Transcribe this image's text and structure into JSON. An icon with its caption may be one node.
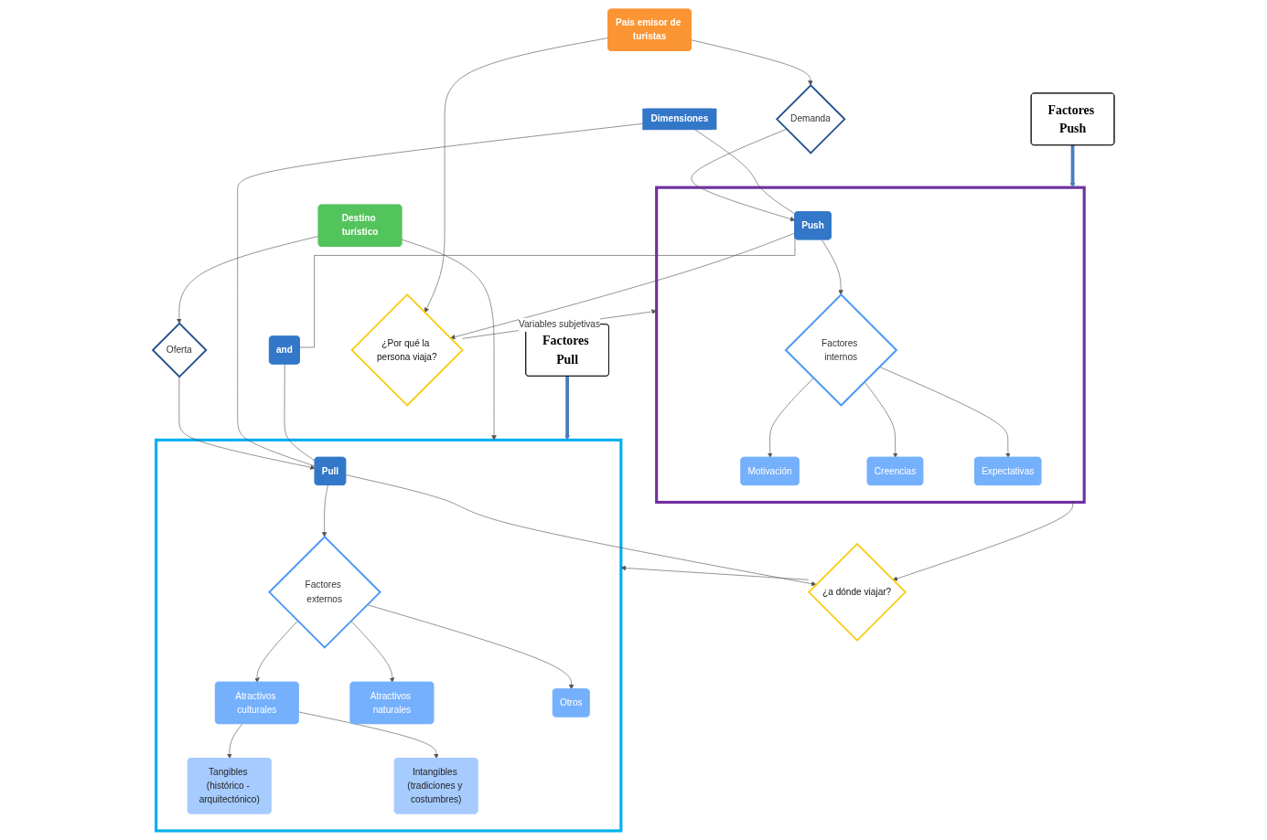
{
  "diagram": {
    "nodes": [
      {
        "text": [
          "País emisor de turistas"
        ]
      },
      {
        "text": [
          "Demanda"
        ]
      },
      {
        "text": [
          "Dimensiones"
        ]
      },
      {
        "text": [
          "Oferta"
        ]
      },
      {
        "text": [
          "Destino turístico"
        ]
      },
      {
        "text": [],
        "shape": "box"
      },
      {
        "text": [
          "Push"
        ],
        "in": 5
      },
      {
        "text": [
          "and"
        ]
      },
      {
        "text": [],
        "shape": "box"
      },
      {
        "text": [
          "Pull"
        ],
        "in": 8
      },
      {
        "text": [
          "¿Por qué la persona viaja?"
        ]
      },
      {
        "text": [
          "Factores internos"
        ],
        "in": 5
      },
      {
        "text": [
          "Factores externos"
        ],
        "in": 8
      },
      {
        "text": [
          "Motivación"
        ],
        "in": 5
      },
      {
        "text": [
          "Creencias"
        ],
        "in": 5
      },
      {
        "text": [
          "Expectativas"
        ],
        "in": 5
      },
      {
        "text": [
          "¿a dónde viajar?"
        ]
      },
      {
        "text": [
          "Atractivos culturales"
        ],
        "in": 8
      },
      {
        "text": [
          "Atractivos naturales"
        ],
        "in": 8
      },
      {
        "text": [
          "Otros"
        ],
        "in": 8
      },
      {
        "text": [
          "Tangibles (histórico - arquitectónico)"
        ],
        "in": 8
      },
      {
        "text": [
          "Intangibles (tradiciones y costumbres)"
        ],
        "in": 8
      },
      {
        "text": [
          "Factores Push"
        ]
      },
      {
        "text": [
          "Factores Pull"
        ]
      }
    ],
    "edges": [
      {
        "from": 0,
        "to": 1,
        "arrow": "to"
      },
      {
        "from": 1,
        "to": 6,
        "arrow": "to"
      },
      {
        "from": 0,
        "to": 10,
        "arrow": "to"
      },
      {
        "from": 4,
        "to": 3,
        "arrow": "to"
      },
      {
        "from": 3,
        "to": 9,
        "arrow": "to"
      },
      {
        "from": 2,
        "to": 6,
        "arrow": "none"
      },
      {
        "from": 2,
        "to": 9,
        "arrow": "none"
      },
      {
        "from": 6,
        "to": 7,
        "arrow": "none"
      },
      {
        "from": 7,
        "to": 9,
        "arrow": "none"
      },
      {
        "from": 6,
        "to": 10,
        "arrow": "to"
      },
      {
        "from": 6,
        "to": 11,
        "arrow": "to"
      },
      {
        "from": 9,
        "to": 12,
        "arrow": "to"
      },
      {
        "from": 9,
        "to": 16,
        "arrow": "to"
      },
      {
        "from": 10,
        "to": 5,
        "arrow": "to",
        "label": "Variables subjetivas"
      },
      {
        "from": 11,
        "to": 13,
        "arrow": "to"
      },
      {
        "from": 11,
        "to": 14,
        "arrow": "to"
      },
      {
        "from": 11,
        "to": 15,
        "arrow": "to"
      },
      {
        "from": 5,
        "to": 16,
        "arrow": "to"
      },
      {
        "from": 16,
        "to": 8,
        "arrow": "to"
      },
      {
        "from": 12,
        "to": 17,
        "arrow": "to"
      },
      {
        "from": 12,
        "to": 18,
        "arrow": "to"
      },
      {
        "from": 12,
        "to": 19,
        "arrow": "to"
      },
      {
        "from": 17,
        "to": 20,
        "arrow": "to"
      },
      {
        "from": 17,
        "to": 21,
        "arrow": "to"
      },
      {
        "from": 4,
        "to": 8,
        "arrow": "to"
      },
      {
        "from": 22,
        "to": 5,
        "arrow": "to",
        "style": "thick",
        "color": "#4a7ebb"
      },
      {
        "from": 23,
        "to": 8,
        "arrow": "to",
        "style": "thick",
        "color": "#4a7ebb"
      }
    ]
  }
}
